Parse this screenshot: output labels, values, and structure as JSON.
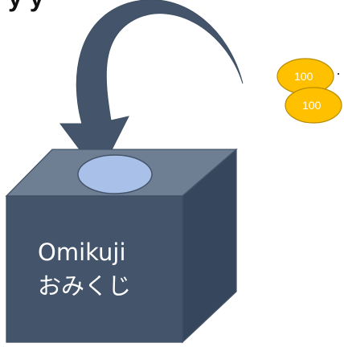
{
  "header": {
    "cropped_title": "y  y"
  },
  "omikuji_box": {
    "label_en": "Omikuji",
    "label_ja": "おみくじ",
    "colors": {
      "front": "#44546a",
      "top": "#6f7f93",
      "side": "#36465c",
      "slot": "#a9c1e8"
    }
  },
  "coins": {
    "items": [
      {
        "value": "100"
      },
      {
        "value": "100"
      }
    ],
    "trailing_text": "·",
    "color": "#ffc000"
  },
  "arrow": {
    "color": "#44546a",
    "icon": "curved-arrow-icon"
  }
}
